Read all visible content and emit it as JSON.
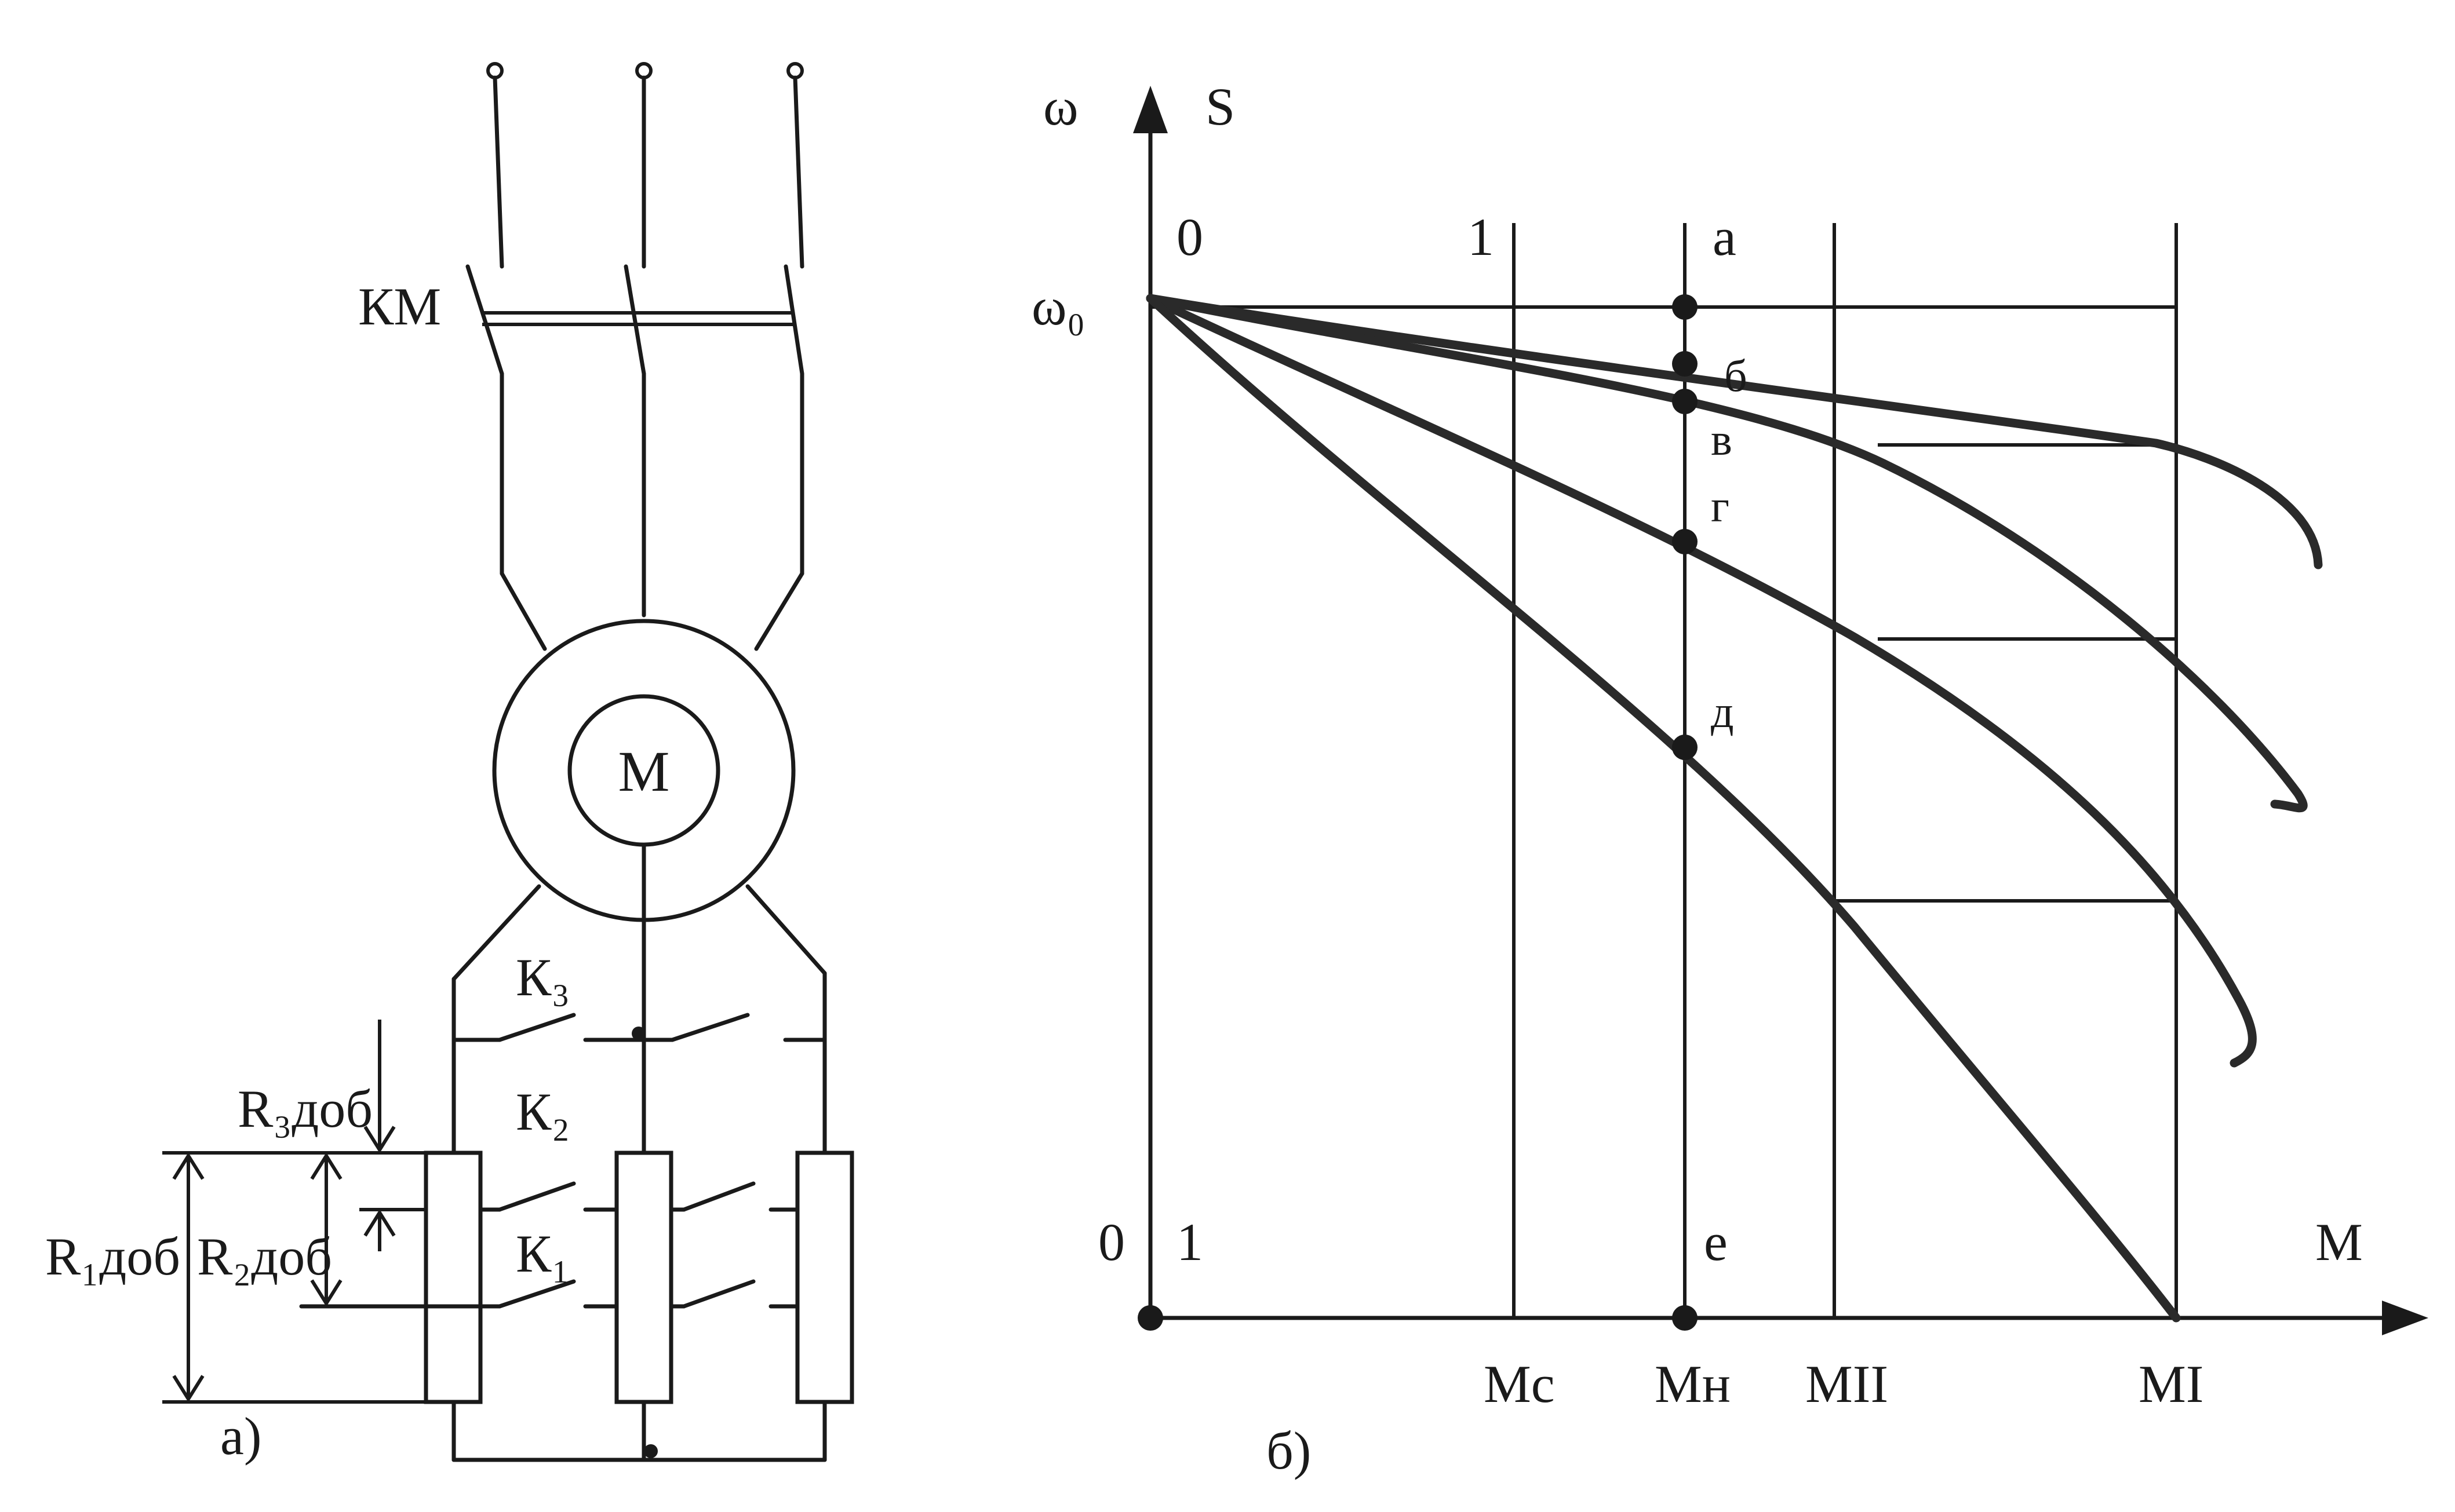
{
  "schematic": {
    "contactor_label": "КМ",
    "motor_label": "М",
    "k3_label": "К₃",
    "k2_label": "К₂",
    "k1_label": "К₁",
    "r3_label": "R₃доб",
    "r2_label": "R₂доб",
    "r1_label": "R₁доб",
    "caption": "а)"
  },
  "chart": {
    "caption": "б)",
    "y_axis_label_omega": "ω",
    "y_axis_label_s": "S",
    "x_axis_label": "М",
    "omega0_label": "ω₀",
    "s_top_zero": "0",
    "s_top_one": "1",
    "origin_zero": "0",
    "origin_one": "1",
    "point_a": "а",
    "point_b": "б",
    "point_v": "в",
    "point_g": "г",
    "point_d": "д",
    "point_e": "е",
    "tick_mc": "Мс",
    "tick_mn": "Мн",
    "tick_mii": "МII",
    "tick_mi": "МI"
  },
  "chart_data": {
    "type": "line",
    "title": "",
    "xlabel": "М",
    "ylabel": "ω",
    "x_ticks": [
      "Мс",
      "Мн",
      "МII",
      "МI"
    ],
    "y_ticks": [
      "ω₀"
    ],
    "series_count": 4,
    "points": [
      "а",
      "б",
      "в",
      "г",
      "д",
      "е"
    ]
  }
}
